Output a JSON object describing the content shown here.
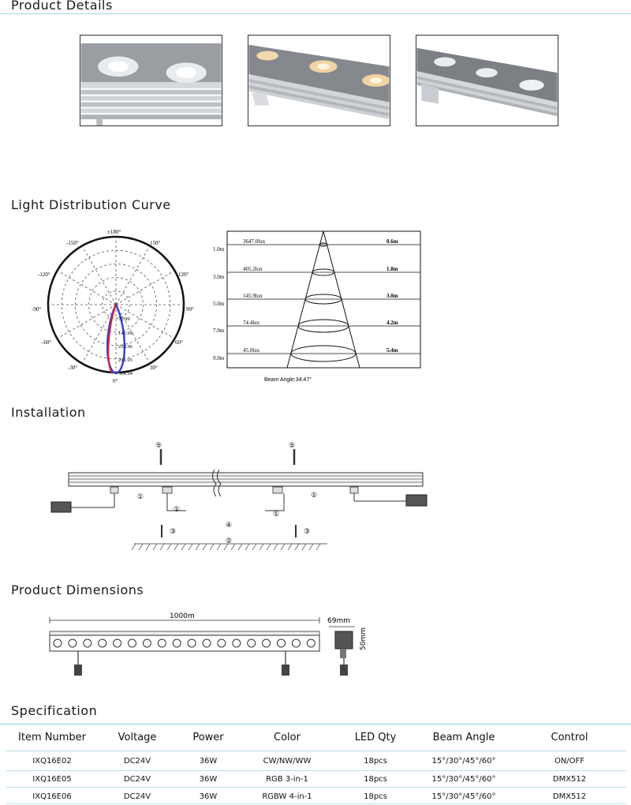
{
  "sections": {
    "product_details": "Product Details",
    "light_distribution": "Light Distribution Curve",
    "installation": "Installation",
    "dimensions": "Product Dimensions",
    "specification": "Specification"
  },
  "polar": {
    "angles": [
      "±180°",
      "-150°",
      "150°",
      "-120°",
      "120°",
      "-90°",
      "90°",
      "-60°",
      "60°",
      "-30°",
      "30°",
      "0°"
    ],
    "values": [
      "72.99",
      "145.99",
      "218.96",
      "291.95",
      "364.94"
    ]
  },
  "beam": {
    "distances": [
      "1.0m",
      "3.0m",
      "5.0m",
      "7.0m",
      "9.0m"
    ],
    "lux": [
      "3647.0lux",
      "405.2lux",
      "145.9lux",
      "74.4lux",
      "45.0lux"
    ],
    "diameters": [
      "0.6m",
      "1.8m",
      "3.0m",
      "4.2m",
      "5.4m"
    ],
    "beam_angle": "Beam Angle:34.47°"
  },
  "installation": {
    "steps": [
      "⑤",
      "⑤",
      "①",
      "①",
      "①",
      "①",
      "③",
      "③",
      "④",
      "②"
    ]
  },
  "dimensions": {
    "length": "1000m",
    "width": "69mm",
    "height": "50mm"
  },
  "spec": {
    "headers": [
      "Item Number",
      "Voltage",
      "Power",
      "Color",
      "LED Qty",
      "Beam Angle",
      "Control"
    ],
    "rows": [
      [
        "IXQ16E02",
        "DC24V",
        "36W",
        "CW/NW/WW",
        "18pcs",
        "15°/30°/45°/60°",
        "ON/OFF"
      ],
      [
        "IXQ16E05",
        "DC24V",
        "36W",
        "RGB 3-in-1",
        "18pcs",
        "15°/30°/45°/60°",
        "DMX512"
      ],
      [
        "IXQ16E06",
        "DC24V",
        "36W",
        "RGBW 4-in-1",
        "18pcs",
        "15°/30°/45°/60°",
        "DMX512"
      ]
    ]
  }
}
